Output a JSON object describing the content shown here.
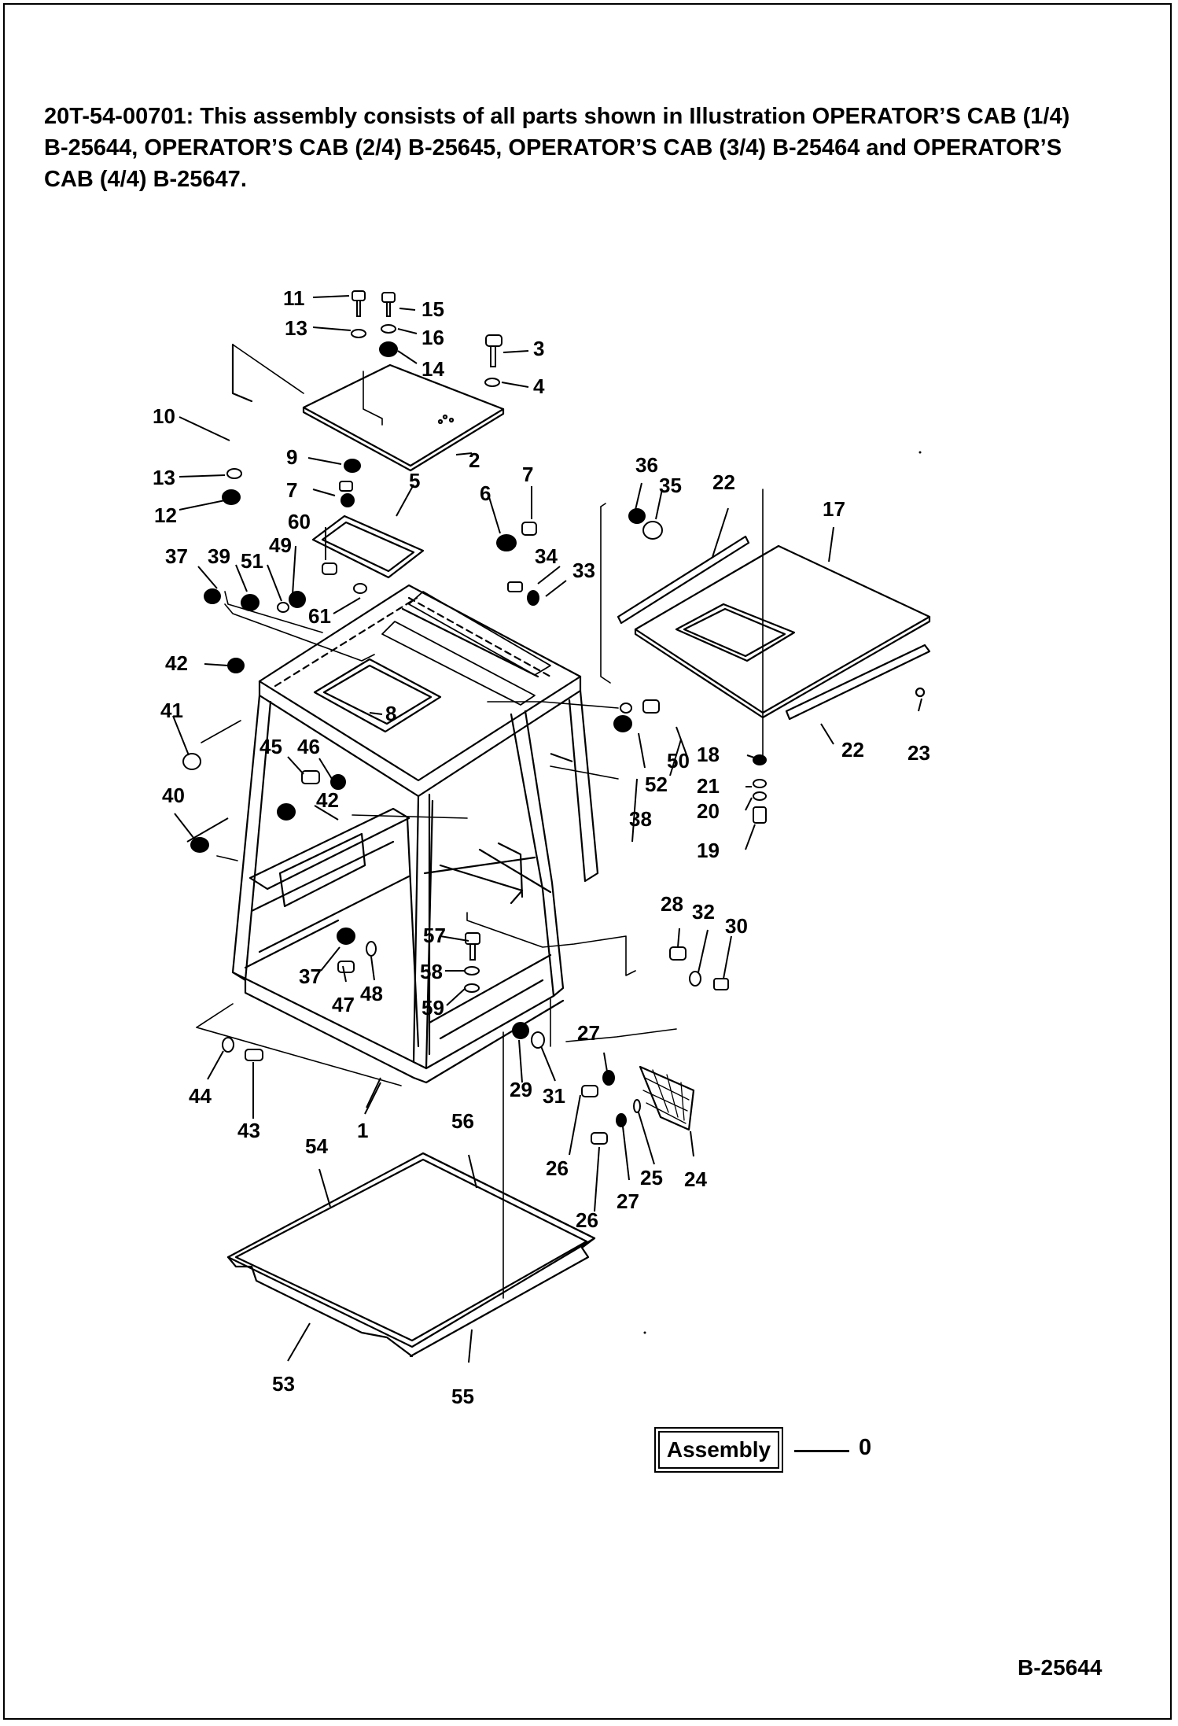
{
  "header": {
    "line1": "20T-54-00701: This assembly consists of all parts shown in Illustration OPERATOR’S CAB (1/4)",
    "line2": "B-25644, OPERATOR’S CAB (2/4) B-25645, OPERATOR’S CAB (3/4) B-25464 and OPERATOR’S",
    "line3": "CAB (4/4) B-25647."
  },
  "parts": {
    "p1": "1",
    "p2": "2",
    "p3": "3",
    "p4": "4",
    "p5": "5",
    "p6": "6",
    "p7a": "7",
    "p7b": "7",
    "p8": "8",
    "p9": "9",
    "p10": "10",
    "p11": "11",
    "p12": "12",
    "p13a": "13",
    "p13b": "13",
    "p14": "14",
    "p15": "15",
    "p16": "16",
    "p17": "17",
    "p18": "18",
    "p19": "19",
    "p20": "20",
    "p21": "21",
    "p22a": "22",
    "p22b": "22",
    "p23": "23",
    "p24": "24",
    "p25": "25",
    "p26a": "26",
    "p26b": "26",
    "p27a": "27",
    "p27b": "27",
    "p28": "28",
    "p29": "29",
    "p30": "30",
    "p31": "31",
    "p32": "32",
    "p33": "33",
    "p34": "34",
    "p35": "35",
    "p36": "36",
    "p37a": "37",
    "p37b": "37",
    "p38": "38",
    "p39": "39",
    "p40": "40",
    "p41": "41",
    "p42a": "42",
    "p42b": "42",
    "p43": "43",
    "p44": "44",
    "p45": "45",
    "p46": "46",
    "p47": "47",
    "p48": "48",
    "p49": "49",
    "p50": "50",
    "p51": "51",
    "p52": "52",
    "p53": "53",
    "p54": "54",
    "p55": "55",
    "p56": "56",
    "p57": "57",
    "p58": "58",
    "p59": "59",
    "p60": "60",
    "p61": "61"
  },
  "assembly": {
    "label": "Assembly",
    "number": "0"
  },
  "figure_ref": "B-25644"
}
